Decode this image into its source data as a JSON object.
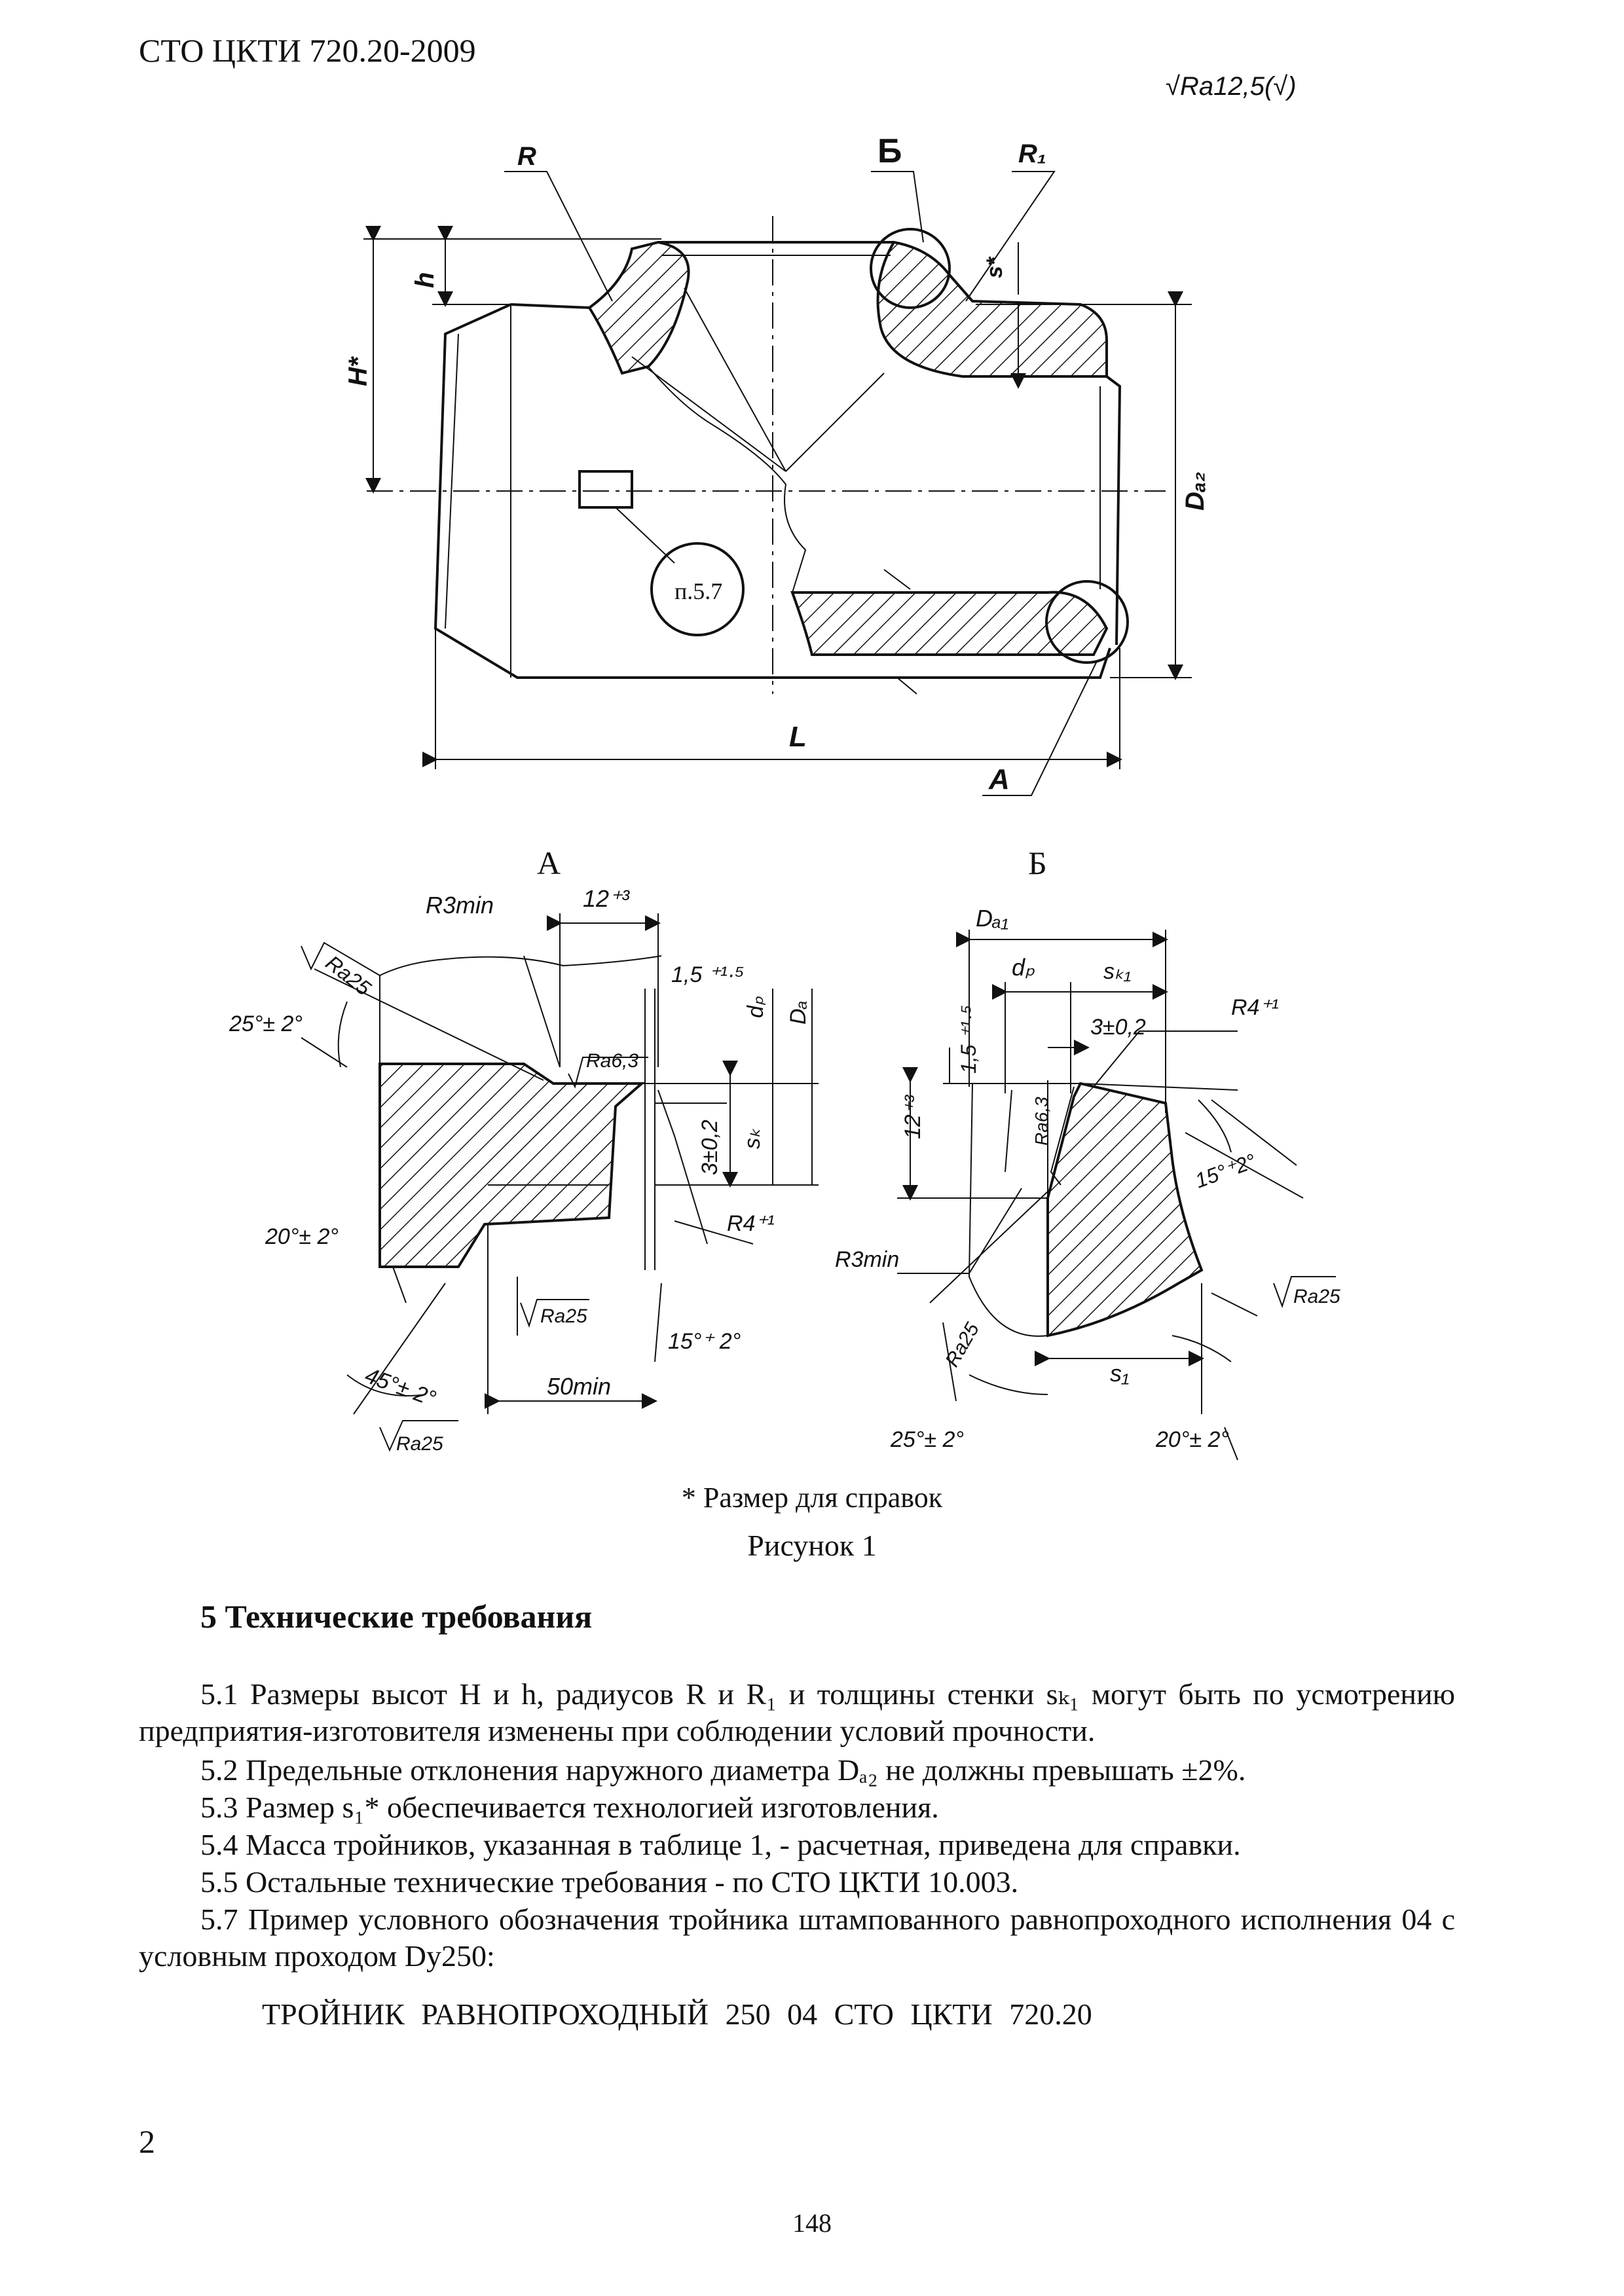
{
  "header": {
    "code": "СТО ЦКТИ 720.20-2009"
  },
  "figure": {
    "roughness_top": "Ra12,5(√)",
    "main_view": {
      "labels": {
        "R": "R",
        "B": "Б",
        "R1": "R₁",
        "s_star": "s*",
        "h": "h",
        "H_star": "H*",
        "Da2": "Dₐ₂",
        "ref_point": "п.5.7",
        "L": "L",
        "A": "А"
      }
    },
    "detail_A": {
      "title": "А",
      "labels": {
        "r3min": "R3min",
        "dim12": "12⁺³",
        "ra25_top": "Ra25",
        "angle25": "25°± 2°",
        "tol15": "1,5 ⁺¹·⁵",
        "dp": "dₚ",
        "Da": "Dₐ",
        "ra63": "Ra6,3",
        "dim3": "3±0,2",
        "sk": "sₖ",
        "angle20": "20°± 2°",
        "r4": "R4⁺¹",
        "ra25_mid": "Ra25",
        "angle15": "15°⁺ 2°",
        "angle45": "45°± 2°",
        "dim50": "50min",
        "ra25_bottom": "Ra25"
      }
    },
    "detail_B": {
      "title": "Б",
      "labels": {
        "Da1": "Dₐ₁",
        "dp": "dₚ",
        "sk1": "sₖ₁",
        "tol15": "1,5 ⁺¹·⁵",
        "dim3": "3±0,2",
        "r4": "R4⁺¹",
        "dim12": "12⁺³",
        "ra63": "Ra6,3",
        "angle15": "15°⁺2°",
        "r3min": "R3min",
        "ra25_right": "Ra25",
        "ra25_left": "Ra25",
        "s1": "s₁",
        "angle25": "25°± 2°",
        "angle20": "20°± 2°"
      }
    }
  },
  "caption_note": "* Размер для справок",
  "caption": "Рисунок 1",
  "section_title": "5 Технические требования",
  "paragraphs": {
    "p51": "5.1 Размеры высот H и h, радиусов R и R₁ и толщины стенки sₖ₁ могут быть по усмотрению предприятия-изготовителя изменены при соблюдении условий прочности.",
    "p52": "5.2 Предельные отклонения наружного диаметра Dₐ₂ не должны превышать ±2%.",
    "p53": "5.3 Размер s₁* обеспечивается технологией изготовления.",
    "p54": "5.4 Масса тройников, указанная в таблице 1, - расчетная, приведена для справки.",
    "p55": "5.5 Остальные технические требования - по СТО ЦКТИ 10.003.",
    "p57": "5.7 Пример условного обозначения тройника штампованного равнопроходного исполнения 04 с условным проходом Dу250:"
  },
  "designation": "ТРОЙНИК РАВНОПРОХОДНЫЙ 250 04 СТО ЦКТИ 720.20",
  "page_number_left": "2",
  "page_number": "148"
}
